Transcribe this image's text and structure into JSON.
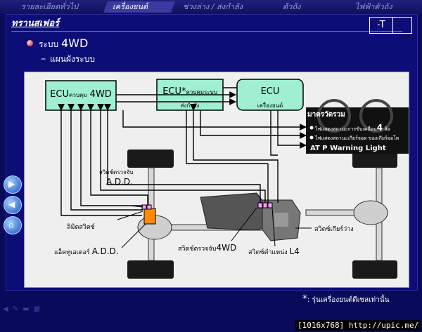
{
  "nav": {
    "tabs": [
      {
        "label": "รายละเอียดทั่วไป",
        "active": false
      },
      {
        "label": "เครื่องยนต์",
        "active": true
      },
      {
        "label": "ช่วงล่าง / ส่งกำลัง",
        "active": false
      },
      {
        "label": "ตัวถัง",
        "active": false
      },
      {
        "label": "ไฟฟ้าตัวถัง",
        "active": false
      }
    ]
  },
  "header": {
    "title": "ทรานสเฟอร์",
    "box1": "-T",
    "box2": ""
  },
  "section": {
    "prefix": "ระบบ",
    "name": "4WD",
    "subtitle": "แผนผังระบบ"
  },
  "diagram": {
    "ecu_4wd": {
      "main": "ECU",
      "small": "ควบคุม",
      "tail": "4WD"
    },
    "ecu_trans": {
      "main": "ECU",
      "star": "*",
      "line1": "ควบคุมระบบ",
      "line2": "ส่งกำลัง"
    },
    "ecu_engine": {
      "main": "ECU",
      "line": "เครื่องยนต์"
    },
    "warning": {
      "title": "มาตรวัดรวม",
      "item1_text": "ไฟแสดงสถานะการขับเคลื่อน",
      "item1_big": "4",
      "item1_tail": "ล้อ",
      "item2_text": "ไฟแสดงสถานะเกียร์จอด ของเกียร์ออโต",
      "bottom": "AT P Warning Light"
    },
    "labels": {
      "add_detect_top": "สวิตช์ตรวจจับ",
      "add_detect_big": "A.D.D.",
      "limit_switch": "ลิมิตสวิตช์",
      "actuator": "แอ็คทูเอเตอร์",
      "actuator_big": "A.D.D.",
      "detect_4wd": "สวิตช์ตรวจจับ",
      "detect_4wd_big": "4WD",
      "l4_switch": "สวิตช์ตำแหน่ง",
      "l4_big": "L4",
      "neutral_switch": "สวิตช์เกียร์ว่าง"
    }
  },
  "footnote": {
    "star": "*",
    "text": ": รุ่นเครื่องยนต์ดีเซลเท่านั้น"
  },
  "watermark": "[1016x768] http://upic.me/",
  "colors": {
    "ecu_fill": "#9ff0d0",
    "panel": "#0d0d78",
    "orange": "#ff8c00",
    "pink": "#ff9fff"
  }
}
